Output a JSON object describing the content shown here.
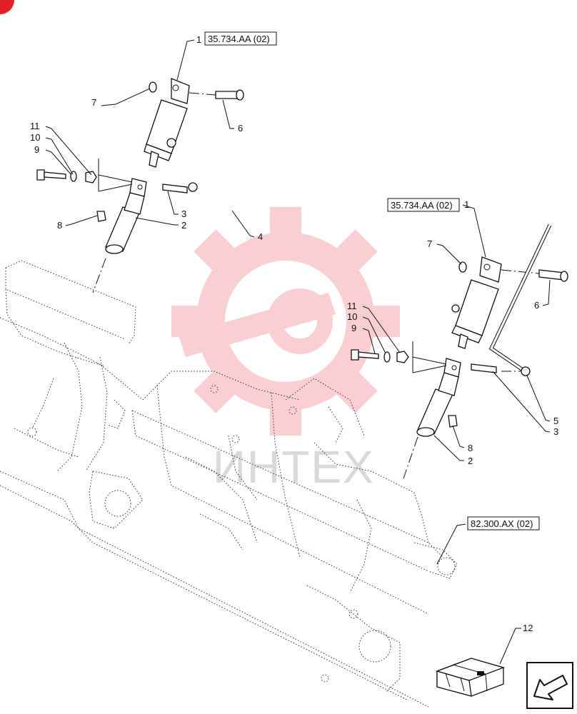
{
  "references": {
    "ref_top": "35.734.AA (02)",
    "ref_right": "35.734.AA (02)",
    "ref_frame": "82.300.AX (02)"
  },
  "callouts": {
    "c1a": "1",
    "c6a": "6",
    "c7a": "7",
    "c11a": "11",
    "c10a": "10",
    "c9a": "9",
    "c3a": "3",
    "c8a": "8",
    "c2a": "2",
    "c4": "4",
    "c1b": "1",
    "c7b": "7",
    "c6b": "6",
    "c11b": "11",
    "c10b": "10",
    "c9b": "9",
    "c5": "5",
    "c3b": "3",
    "c8b": "8",
    "c2b": "2",
    "c12": "12"
  },
  "watermark": {
    "text": "ИНТЕХ",
    "color": "#f26b73"
  },
  "colors": {
    "line": "#111111",
    "corner_mark": "#e32028",
    "watermark_text": "#d9d9d9"
  },
  "icons": {
    "corner": "red-corner-mark",
    "kit": "crate-box-icon",
    "nav": "arrow-back-icon"
  }
}
